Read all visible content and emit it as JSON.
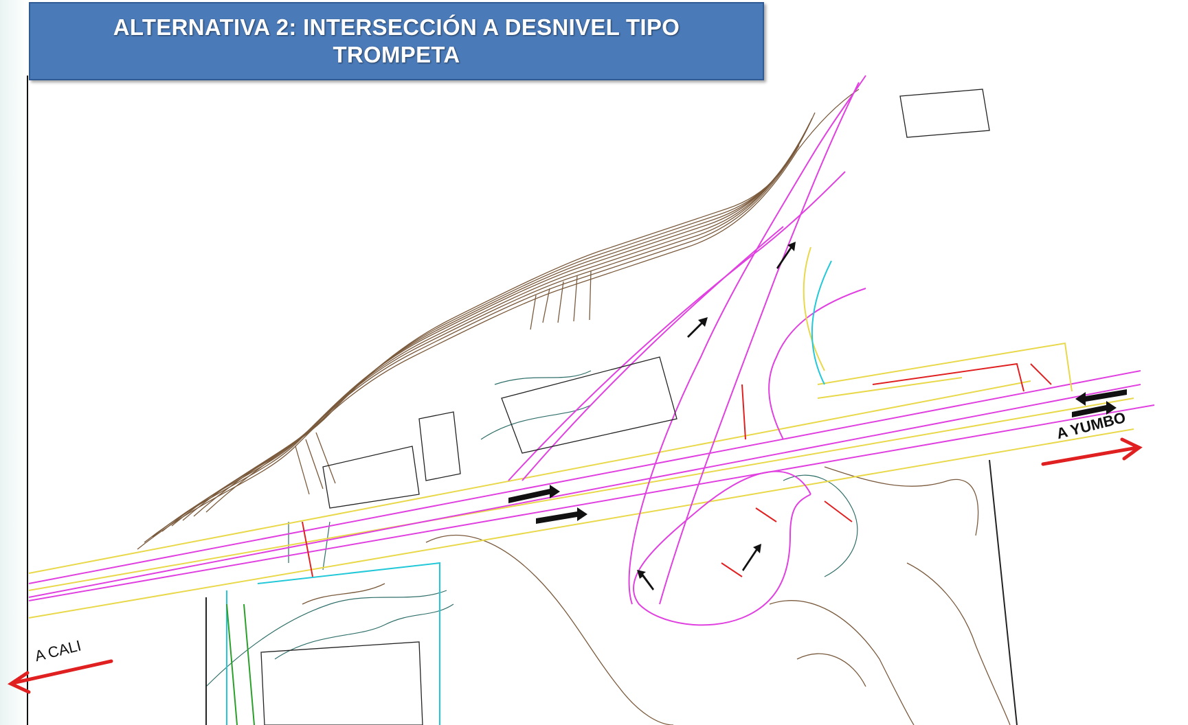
{
  "title": {
    "line1": "ALTERNATIVA 2: INTERSECCIÓN A DESNIVEL TIPO",
    "line2": "TROMPETA"
  },
  "directions": {
    "yumbo": "A YUMBO",
    "cali": "A CALI"
  },
  "colors": {
    "title_bg": "#4a7ab8",
    "road_axis": "#e040e0",
    "road_edge": "#e8d84a",
    "contours": "#7a5a3c",
    "terrain_lines": "#2f6f6a",
    "direction_arrow": "#e02020",
    "ramp_detail": "#e02020",
    "cyan_detail": "#22c8d8",
    "green_detail": "#2aa02a"
  },
  "icons": {
    "direction_arrow": "red-arrow-icon",
    "traffic_arrow": "black-traffic-arrow-icon"
  }
}
